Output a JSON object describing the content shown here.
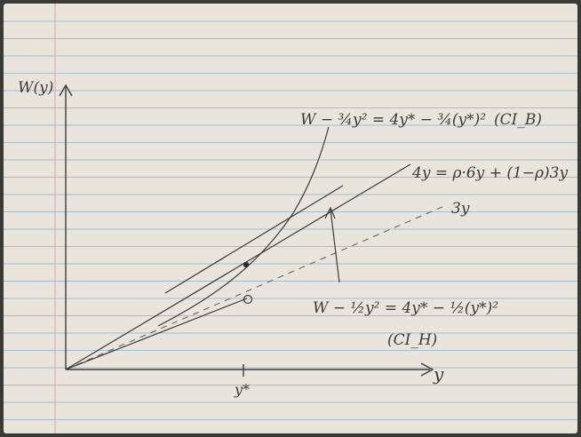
{
  "axes": {
    "y_axis_label": "W(y)",
    "x_axis_label": "y",
    "x_tick_label": "y*"
  },
  "curves": {
    "ci_b": {
      "equation": "W − ¾y² = 4y* − ¾(y*)²",
      "tag": "(CI_B)"
    },
    "line_4y": {
      "equation": "4y = ρ·6y + (1−ρ)3y"
    },
    "line_3y": {
      "label": "3y"
    },
    "ci_h": {
      "equation": "W − ½y² = 4y* − ½(y*)²",
      "tag": "(CI_H)"
    }
  },
  "colors": {
    "paper": "#e9e4dc",
    "rule_line": "#8fb1c9",
    "margin_line": "#d7a3a3",
    "ink": "#3b3b3b"
  }
}
